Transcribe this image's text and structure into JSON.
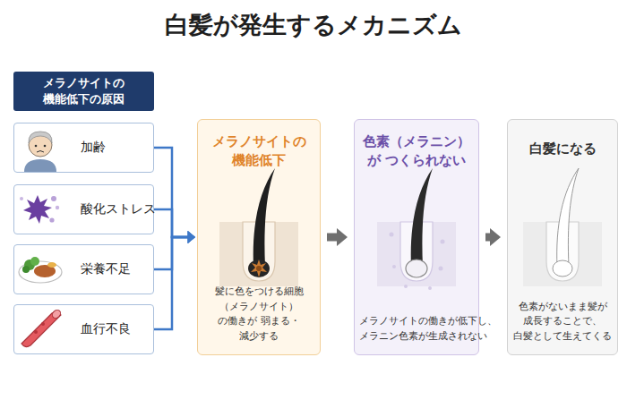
{
  "diagram": {
    "title": "白髪が発生するメカニズム",
    "nodes": [
      {
        "text": [
          "メラノサイトの 機能低下の原因"
        ]
      },
      {
        "text": [
          "加齢"
        ]
      },
      {
        "text": [
          "酸化ストレス"
        ]
      },
      {
        "text": [
          "栄養不足"
        ]
      },
      {
        "text": [
          "血行不良"
        ]
      },
      {
        "text": [
          "メラノサイトの 機能低下",
          "髪に色をつける細胞 （メラノサイト）の働きが 弱まる・減少する"
        ]
      },
      {
        "text": [
          "色素（メラニン）が つくられない",
          "メラノサイトの働きが低下し、 メラニン色素が生成されない"
        ]
      },
      {
        "text": [
          "白髪になる",
          "色素がないまま髪が 成長することで、 白髪として生えてくる"
        ]
      }
    ],
    "edges": [
      {
        "from": 1,
        "to": 5,
        "arrow": "to"
      },
      {
        "from": 2,
        "to": 5,
        "arrow": "to"
      },
      {
        "from": 3,
        "to": 5,
        "arrow": "to"
      },
      {
        "from": 4,
        "to": 5,
        "arrow": "to"
      },
      {
        "from": 5,
        "to": 6,
        "arrow": "to"
      },
      {
        "from": 6,
        "to": 7,
        "arrow": "to"
      }
    ]
  }
}
